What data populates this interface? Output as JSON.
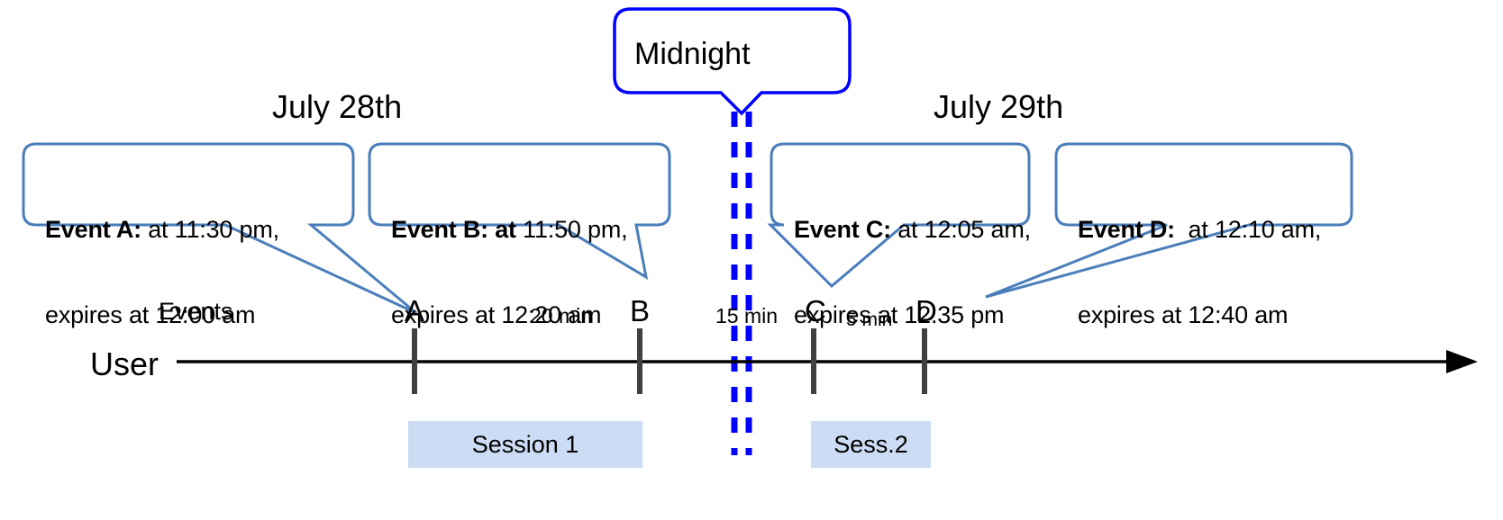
{
  "diagram": {
    "title_context": "Event expiry timeline across midnight",
    "midnight": {
      "label": "Midnight",
      "color": "#0000ff"
    },
    "dates": [
      {
        "label": "July 28th"
      },
      {
        "label": "July 29th"
      }
    ],
    "axis": {
      "row_label": "User",
      "events_row_label": "Events",
      "line_color": "#000000",
      "tick_color": "#404040"
    },
    "callouts": [
      {
        "id": "event-a",
        "bold_prefix": "Event A:",
        "bold_extra": "",
        "line1_rest": " at 11:30 pm,",
        "line2": "expires at 12:00 am",
        "border_color": "#4a7ebb"
      },
      {
        "id": "event-b",
        "bold_prefix": "Event B:",
        "bold_extra": " at",
        "line1_rest": " 11:50 pm,",
        "line2": "expires at 12:20 am",
        "border_color": "#4a7ebb"
      },
      {
        "id": "event-c",
        "bold_prefix": "Event C:",
        "bold_extra": "",
        "line1_rest": " at 12:05 am,",
        "line2": "expires at 12:35 pm",
        "border_color": "#4a7ebb"
      },
      {
        "id": "event-d",
        "bold_prefix": "Event D:",
        "bold_extra": "",
        "line1_rest": "  at 12:10 am,",
        "line2": "expires at 12:40 am",
        "border_color": "#4a7ebb"
      }
    ],
    "ticks": [
      {
        "letter": "A"
      },
      {
        "letter": "B"
      },
      {
        "letter": "C"
      },
      {
        "letter": "D"
      }
    ],
    "intervals": [
      {
        "label": "20 min"
      },
      {
        "label": "15 min"
      },
      {
        "label": "5 min"
      }
    ],
    "sessions": [
      {
        "label": "Session 1",
        "color": "#ccdcf4"
      },
      {
        "label": "Sess.2",
        "color": "#ccdcf4"
      }
    ]
  }
}
